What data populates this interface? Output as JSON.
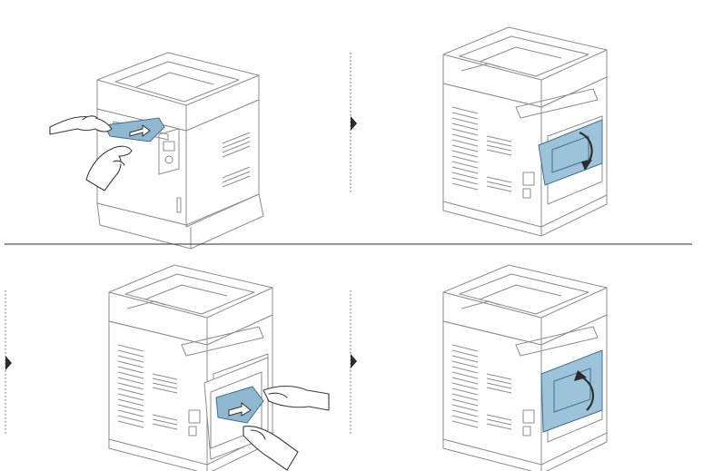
{
  "figure": {
    "description_hidden": "",
    "panels": [
      {
        "id": "panel-1",
        "action": "pull-paper-out-front",
        "icon": "printer-front-paper-pull-icon"
      },
      {
        "id": "panel-2",
        "action": "open-rear-door",
        "icon": "printer-rear-door-open-icon"
      },
      {
        "id": "panel-3",
        "action": "pull-paper-out-rear",
        "icon": "printer-rear-paper-pull-icon"
      },
      {
        "id": "panel-4",
        "action": "close-rear-door",
        "icon": "printer-rear-door-close-icon"
      }
    ],
    "colors": {
      "accent_paper": "#8fb7cf",
      "accent_stroke": "#3f6f8f",
      "line": "#8c8c8c",
      "divider": "#2b2b2b"
    }
  }
}
